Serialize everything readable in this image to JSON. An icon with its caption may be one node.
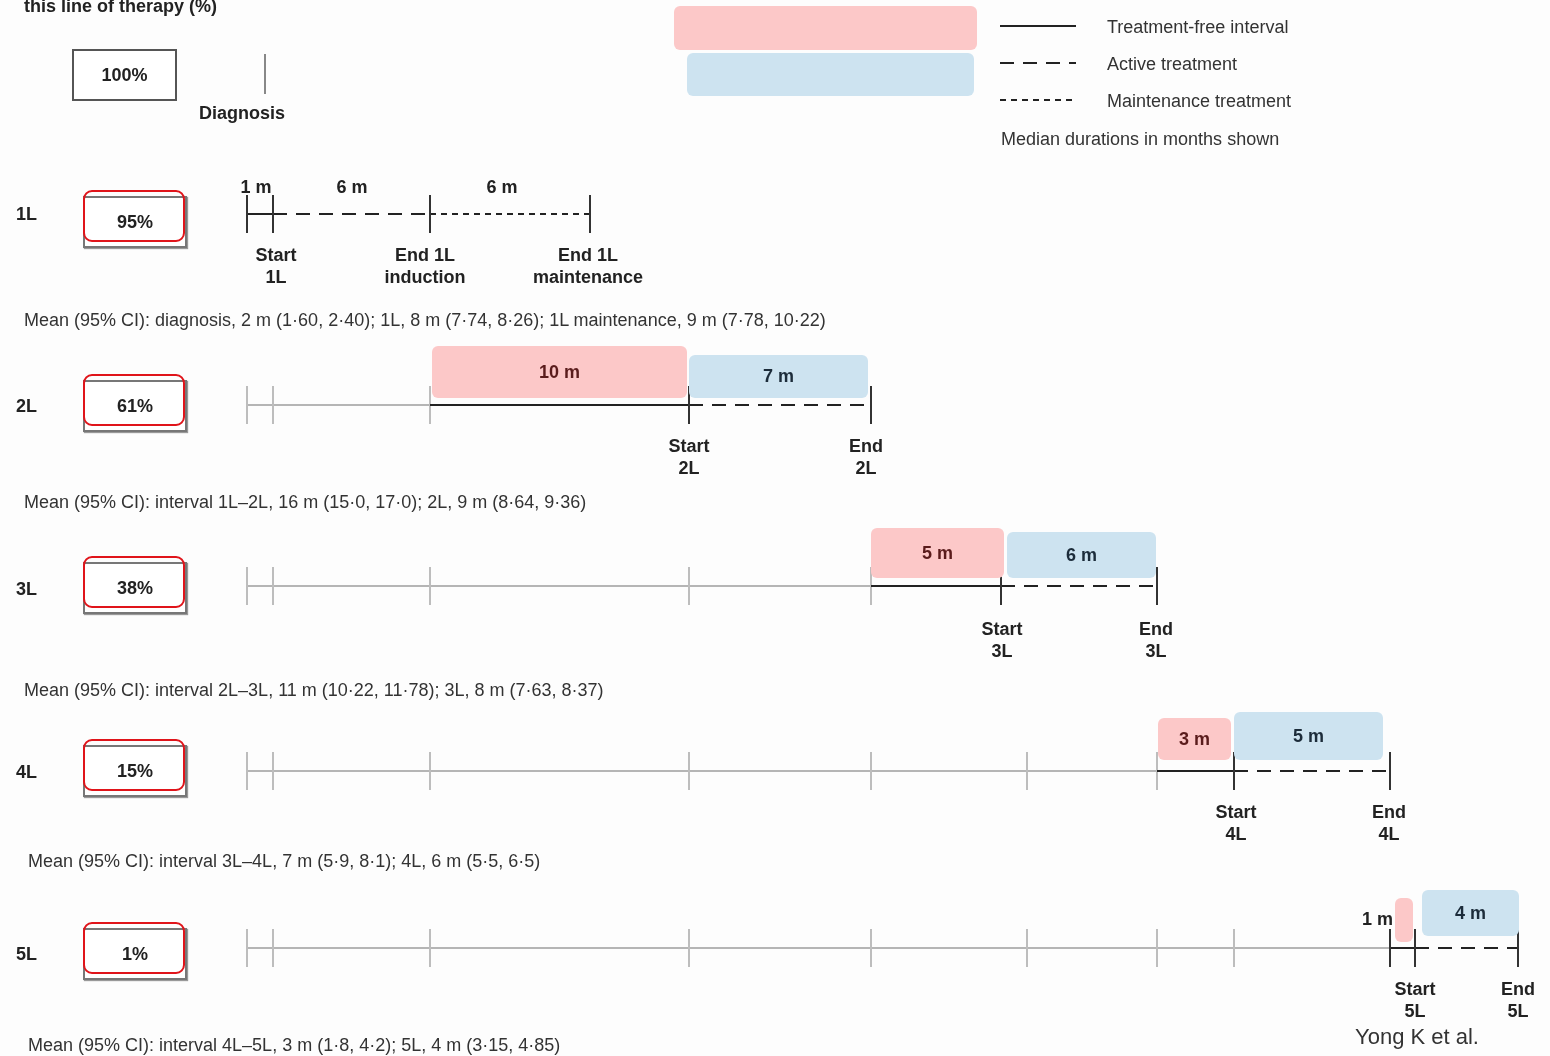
{
  "diagram": {
    "nodes": [
      {
        "text": [],
        "shape": "box"
      },
      {
        "text": [],
        "shape": "box"
      },
      {
        "text": [
          "100%"
        ]
      },
      {
        "text": [
          "95%"
        ]
      },
      {
        "text": [
          "61%"
        ]
      },
      {
        "text": [
          "38%"
        ]
      },
      {
        "text": [
          "15%"
        ]
      },
      {
        "text": [
          "1%"
        ]
      },
      {
        "text": [
          "10 m"
        ]
      },
      {
        "text": [
          "7 m"
        ]
      },
      {
        "text": [
          "5 m"
        ]
      },
      {
        "text": [
          "6 m"
        ]
      },
      {
        "text": [
          "3 m"
        ]
      },
      {
        "text": [
          "5 m"
        ]
      },
      {
        "text": [],
        "shape": "box",
        "beside": [
          "1 m"
        ]
      },
      {
        "text": [
          "4 m"
        ]
      }
    ],
    "labels": [
      "this line of therapy (%)",
      "Diagnosis",
      "Median durations in months shown",
      "1L",
      "1 m",
      "6 m",
      "6 m",
      "Start 1L",
      "End 1L induction",
      "End 1L maintenance",
      "Mean (95% CI): diagnosis, 2 m (1·60, 2·40); 1L, 8 m (7·74, 8·26); 1L maintenance, 9 m (7·78, 10·22)",
      "2L",
      "Start 2L",
      "End 2L",
      "Mean (95% CI): interval 1L–2L, 16 m (15·0, 17·0); 2L, 9 m (8·64, 9·36)",
      "3L",
      "Start 3L",
      "End 3L",
      "Mean (95% CI): interval 2L–3L, 11 m (10·22, 11·78); 3L, 8 m (7·63, 8·37)",
      "4L",
      "Start 4L",
      "End 4L",
      "Mean (95% CI): interval 3L–4L, 7 m (5·9, 8·1); 4L, 6 m (5·5, 6·5)",
      "5L",
      "Start 5L",
      "End 5L",
      "Mean (95% CI): interval 4L–5L, 3 m (1·8, 4·2); 5L, 4 m (3·15, 4·85)",
      "Yong K et al."
    ],
    "legend": [
      {
        "text": "Treatment-free interval"
      },
      {
        "text": "Active treatment"
      },
      {
        "text": "Maintenance treatment"
      }
    ]
  }
}
